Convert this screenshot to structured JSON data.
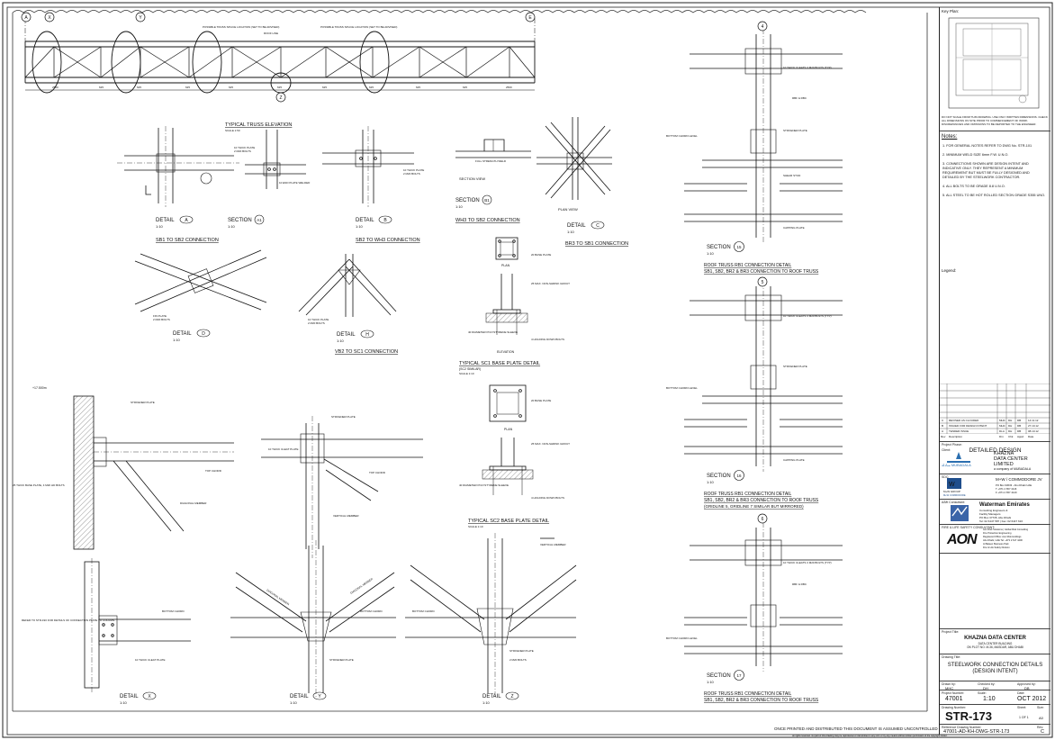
{
  "grid_bubbles": [
    "A",
    "X",
    "Y",
    "Z",
    "E"
  ],
  "truss_top": {
    "left_note": "POSSIBLE TRUSS SPLICE LOCATION (SET TO BE ADVISED)",
    "mid_note": "ROOF LINE",
    "right_note": "POSSIBLE TRUSS SPLICE LOCATION (SET TO BE ADVISED)"
  },
  "details": {
    "typical_truss": {
      "title": "TYPICAL TRUSS ELEVATION",
      "scale": "SCALE 1:50"
    },
    "detail_a": {
      "label": "DETAIL",
      "letter": "A",
      "scale": "1:10",
      "caption": "SB1 TO SB2 CONNECTION"
    },
    "section_a1": {
      "label": "SECTION",
      "letter": "A1",
      "scale": "1:10"
    },
    "detail_b": {
      "label": "DETAIL",
      "letter": "B",
      "scale": "1:10",
      "caption": "SB2 TO WH3 CONNECTION"
    },
    "section_b1": {
      "label": "SECTION",
      "letter": "B1",
      "scale": "1:10",
      "caption": "WH3 TO SB2 CONNECTION",
      "view": "SECTION VIEW"
    },
    "detail_c": {
      "label": "DETAIL",
      "letter": "C",
      "scale": "1:10",
      "caption": "BR3 TO SB1 CONNECTION",
      "view": "PLAN VIEW"
    },
    "detail_d": {
      "label": "DETAIL",
      "letter": "D",
      "scale": "1:10"
    },
    "detail_h": {
      "label": "DETAIL",
      "letter": "H",
      "scale": "1:10",
      "caption": "VB2 TO SC1 CONNECTION"
    },
    "sc1": {
      "title": "TYPICAL SC1 BASE PLATE DETAIL",
      "sub": "(SC2 SIMILAR)",
      "scale": "SCALE 1:10",
      "plan": "PLAN",
      "elev": "ELEVATION"
    },
    "sc2": {
      "title": "TYPICAL SC2 BASE PLATE DETAIL",
      "scale": "SCALE 1:10",
      "plan": "PLAN"
    },
    "detail_x": {
      "label": "DETAIL",
      "letter": "X",
      "scale": "1:10"
    },
    "detail_y": {
      "label": "DETAIL",
      "letter": "Y",
      "scale": "1:10"
    },
    "detail_z": {
      "label": "DETAIL",
      "letter": "Z",
      "scale": "1:10"
    }
  },
  "callouts": {
    "bolts_2m": "2 M20 BOLTS",
    "cleat_plate": "10 THICK CLEAT PLATE",
    "end_plate": "10 END PLATE WELDED",
    "full_strength": "FULL STRENGTH WELD",
    "gusset": "10 THICK PLATE",
    "stiffener": "STIFFENER PLATE",
    "vertical_member": "VERTICAL MEMBER",
    "bottom_chord": "BOTTOM CHORD",
    "top_chord": "TOP CHORD",
    "diagonal_member": "DIAGONAL MEMBER",
    "base_plate": "20 BASE PLATE",
    "holding_bolts": "4 HOLDING DOWN BOLTS",
    "grout": "40 DIAMETER POLYSTYRENE SLEEVE",
    "non_shrink": "25 MAX. NON-SHRINK GROUT",
    "refer_str": "REFER TO STR-190 FOR DETAILS OF CONNECTION PLATE TO COLUMN.",
    "x_note": "25 THICK BASE PLATE, 4 M20 HD BOLTS",
    "fin_plate": "FIN PLATE"
  },
  "roof_sections": [
    {
      "letter": "15",
      "scale": "1:10",
      "caption1": "ROOF TRUSS RB1 CONNECTION DETAIL",
      "caption2": "SB1, SB2, BR2 & BR3 CONNECTION TO ROOF TRUSS"
    },
    {
      "letter": "16",
      "scale": "1:10",
      "caption1": "ROOF TRUSS RB1 CONNECTION DETAIL",
      "caption2": "SB1, SB2, BR2 & BR3 CONNECTION TO ROOF TRUSS",
      "caption3": "(GRIDLINE 5, GRIDLINE 7 SIMILAR BUT MIRRORED)"
    },
    {
      "letter": "17",
      "scale": "1:10",
      "caption1": "ROOF TRUSS RB1 CONNECTION DETAIL",
      "caption2": "SB1, SB2, BR2 & BR3 CONNECTION TO ROOF TRUSS"
    }
  ],
  "roof_bubbles": [
    "4",
    "5",
    "6"
  ],
  "roof_callouts": {
    "cleats": "10 THICK CLEATS 3 M20 BOLTS (TYP)",
    "bottom_chord_level": "BOTTOM CHORD LEVEL",
    "stiff": "STIFFENER PLATE",
    "shear": "SHEAR STUD",
    "rbf": "RBF & RBC",
    "cap": "CAPPING PLATE"
  },
  "disclaimer": "ONCE PRINTED AND DISTRIBUTED THIS DOCUMENT IS ASSUMED UNCONTROLLED",
  "copyright": "All rights reserved. No part of this drawing may be reproduced or transmitted in any form or by any means without written permission of the copyright holder.",
  "title_block": {
    "key_plan": "Key Plan:",
    "key_note": "DO NOT SCALE FROM THIS DRAWING. USE ONLY WRITTEN DIMENSIONS. CHECK ALL DIMENSIONS ON SITE PRIOR TO COMMENCEMENT OF WORK. DISCREPANCIES AND OMISSIONS TO BE REPORTED TO THE ENGINEER.",
    "notes_title": "Notes:",
    "notes": [
      "1.  FOR GENERAL NOTES REFER TO DWG No. STR-101",
      "2.  MINIMUM WELD SIZE 6mm F.W. U.N.O.",
      "3.  CONNECTIONS SHOWN ARE DESIGN INTENT AND INDICATIVE ONLY. THEY REPRESENT A MINIMUM REQUIREMENT BUT MUST BE FULLY DESIGNED AND DETAILED BY THE STEELWORK CONTRACTOR.",
      "4.  ALL BOLTS TO BE GRADE 8.8 U.N.O.",
      "5.  ALL STEEL TO BE HOT ROLLED SECTION GRADE S355 UNO."
    ],
    "legend": "Legend:",
    "revisions": [
      {
        "rev": "C",
        "desc": "REVISED AS CLOUDED",
        "by": "MHC",
        "chk": "DH",
        "app": "DB",
        "date": "14.11.12"
      },
      {
        "rev": "B",
        "desc": "ISSUED FOR DESIGN INTENT",
        "by": "MHC",
        "chk": "DH",
        "app": "DB",
        "date": "27.10.12"
      },
      {
        "rev": "A",
        "desc": "TENDER ISSUE",
        "by": "DLA",
        "chk": "DH",
        "app": "DB",
        "date": "08.10.12"
      }
    ],
    "rev_headers": {
      "rev": "Rev",
      "desc": "Description",
      "by": "Drn",
      "chk": "Chk",
      "app": "Appd",
      "date": "Date"
    },
    "project_phase_label": "Project Phase:",
    "project_phase": "DETAILED DESIGN",
    "client_label": "Client:",
    "client_name": "KHAZNA",
    "client_line2": "DATA CENTER",
    "client_line3": "LIMITED",
    "client_sub": "a company of MUBADALA",
    "client_logo": "مبادلة MUBADALA",
    "sdc_label": "SDC:",
    "mw_group": "M+W GROUP",
    "mw_name": "M+W / COMMODORE JV",
    "mw_addr": [
      "PO Box 93633 - Abu Dhabi UAE",
      "T +971 2 657 4116",
      "F +971 2 657 4120"
    ],
    "mw_sub": "M+W COMMODORE",
    "arch_label": "A/Mt Consultant:",
    "wm_name": "Waterman Emirates",
    "wm_lines": [
      "Consulting Engineers &",
      "Facility Managers",
      "PO Box 37735, Abu Dhabi",
      "Tel: 02 6447 587 | Fax: 02 6447 616"
    ],
    "fire_label": "FIRE & LIFE SAFETY CONSULTANT:",
    "aon_name": "AON",
    "aon_lines": [
      "Aon Risk Solutions | Global Risk Consulting",
      "Fire Protection Engineering",
      "Registered Office: Aon Risk Holdings",
      "Abu Dhabi, UAE  Tel: +971 2 617 4400",
      "Al Bateen Business Park",
      "Fire & Life Safety Division"
    ],
    "project_title_label": "Project Title:",
    "project_title": "KHAZNA DATA CENTER",
    "project_sub1": "DATA CENTER BUILDING",
    "project_sub2": "ON PLOT NO. M-36, MASDAR, ABU DHABI",
    "drawing_title_label": "Drawing Title:",
    "drawing_title1": "STEELWORK CONNECTION DETAILS",
    "drawing_title2": "(DESIGN INTENT)",
    "drawn_by_label": "Drawn by:",
    "drawn_by": "MHC",
    "checked_by_label": "Checked by:",
    "checked_by": "DH",
    "approved_by_label": "Approved by:",
    "approved_by": "DB",
    "project_no_label": "Project Number:",
    "project_no": "47001",
    "scale_label": "Scale:",
    "scale": "1:10",
    "date_label": "Date:",
    "date": "OCT 2012",
    "drawing_no_label": "Drawing Number:",
    "drawing_no": "STR-173",
    "sheet_label": "Sheet:",
    "sheet": "1 OF 1",
    "size_label": "Size:",
    "size": "A0",
    "ref_label": "Reference Drawing Number:",
    "ref_no": "47001-AD-KH-DWG-STR-173",
    "rev_label": "Rev:",
    "rev": "C"
  }
}
